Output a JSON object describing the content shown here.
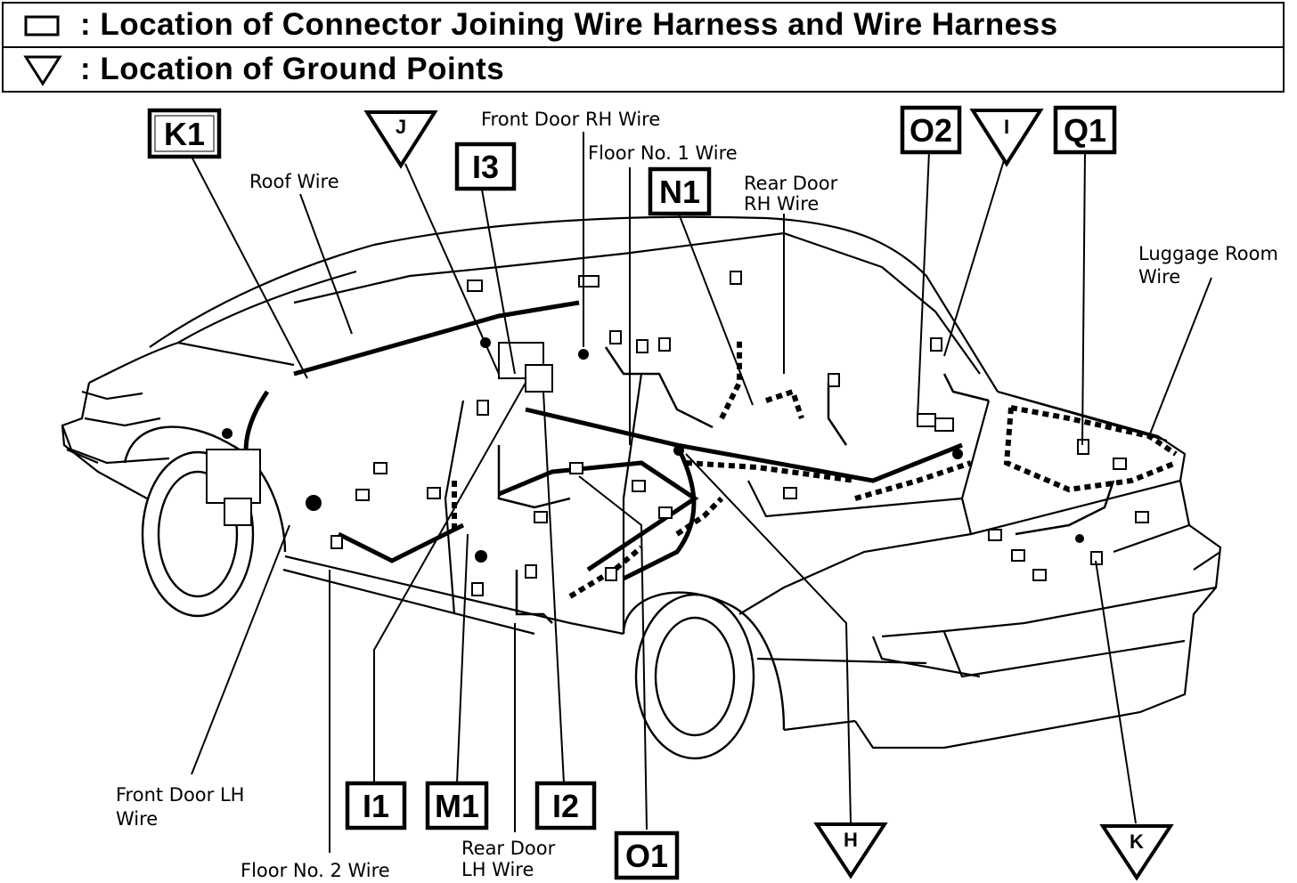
{
  "legend": {
    "connector_text": ": Location of Connector Joining Wire Harness and Wire Harness",
    "ground_text": ": Location of Ground Points"
  },
  "connectors": {
    "K1": "K1",
    "I3": "I3",
    "N1": "N1",
    "O2": "O2",
    "Q1": "Q1",
    "I1": "I1",
    "M1": "M1",
    "I2": "I2",
    "O1": "O1"
  },
  "grounds": {
    "J": "J",
    "I": "I",
    "H": "H",
    "K": "K"
  },
  "wires": {
    "roof": "Roof Wire",
    "front_door_rh": "Front Door RH Wire",
    "floor_no1": "Floor No. 1 Wire",
    "rear_door_rh_line1": "Rear Door",
    "rear_door_rh_line2": "RH Wire",
    "luggage_line1": "Luggage Room",
    "luggage_line2": "Wire",
    "front_door_lh_line1": "Front Door LH",
    "front_door_lh_line2": "Wire",
    "floor_no2": "Floor No. 2 Wire",
    "rear_door_lh_line1": "Rear Door",
    "rear_door_lh_line2": "LH Wire"
  }
}
